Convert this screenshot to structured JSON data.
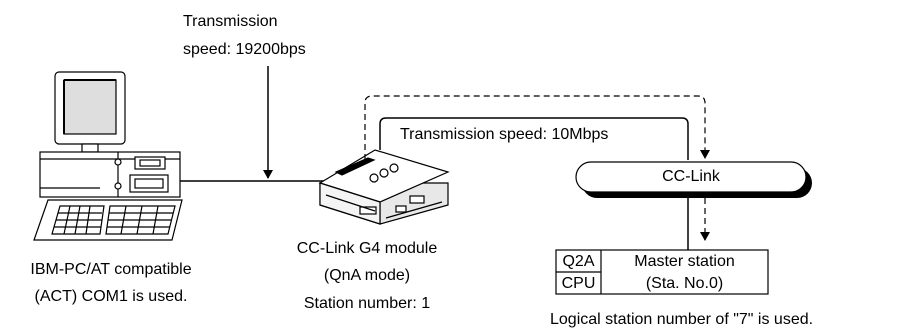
{
  "labels": {
    "pc_speed_line1": "Transmission",
    "pc_speed_line2": "speed: 19200bps",
    "cc_speed": "Transmission speed: 10Mbps",
    "pc_line1": "IBM-PC/AT compatible",
    "pc_line2": "(ACT) COM1 is used.",
    "g4_line1": "CC-Link G4 module",
    "g4_line2": "(QnA mode)",
    "g4_line3": "Station number: 1",
    "cclink": "CC-Link",
    "logical": "Logical station number of \"7\" is used."
  },
  "plc": {
    "cpu_line1": "Q2A",
    "cpu_line2": "CPU",
    "master_line1": "Master station",
    "master_line2": "(Sta. No.0)"
  }
}
